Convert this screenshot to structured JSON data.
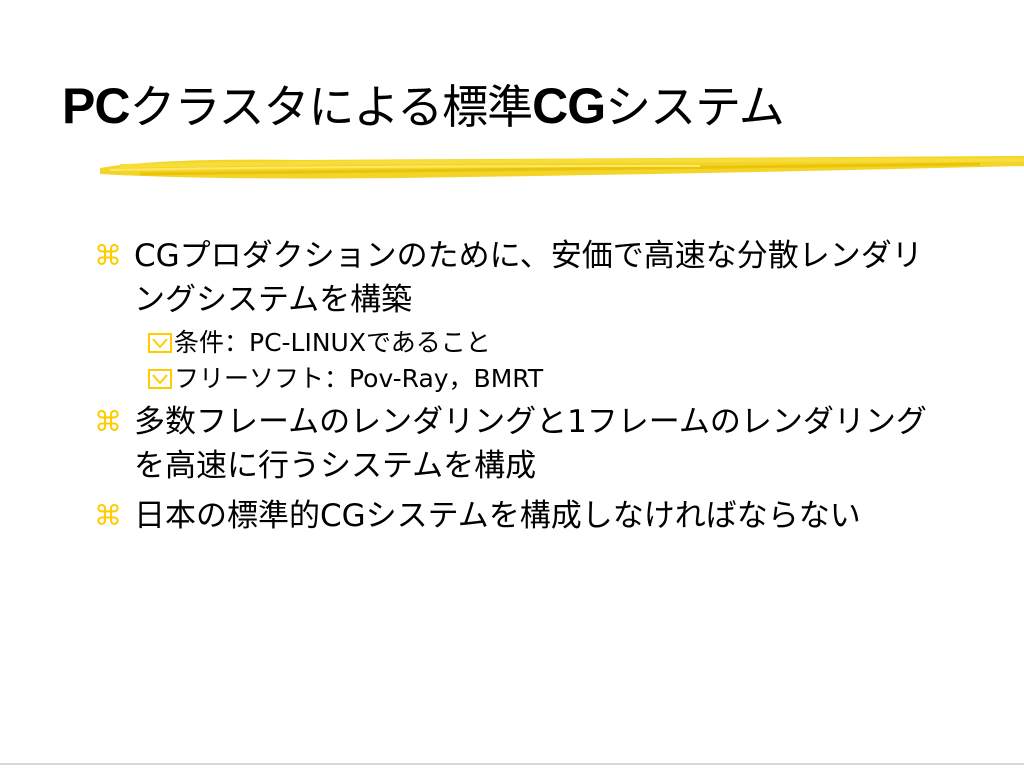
{
  "slide": {
    "title": {
      "part1": "PC",
      "part2": "クラスタによる標準",
      "part3": "CG",
      "part4": "システム"
    },
    "bullet_glyph": "⌘",
    "items": [
      {
        "text": "CGプロダクションのために、安価で高速な分散レンダリングシステムを構築",
        "sub_items": [
          "条件：PC-LINUXであること",
          "フリーソフト：Pov-Ray，BMRT"
        ]
      },
      {
        "text": "多数フレームのレンダリングと1フレームのレンダリングを高速に行うシステムを構成"
      },
      {
        "text": "日本の標準的CGシステムを構成しなければならない"
      }
    ]
  },
  "colors": {
    "accent": "#ffcc00",
    "underline": "#f2cf12",
    "text": "#000000",
    "background": "#ffffff"
  },
  "icons": {
    "bullet": "command-icon",
    "sub_bullet": "checkbox-icon"
  }
}
